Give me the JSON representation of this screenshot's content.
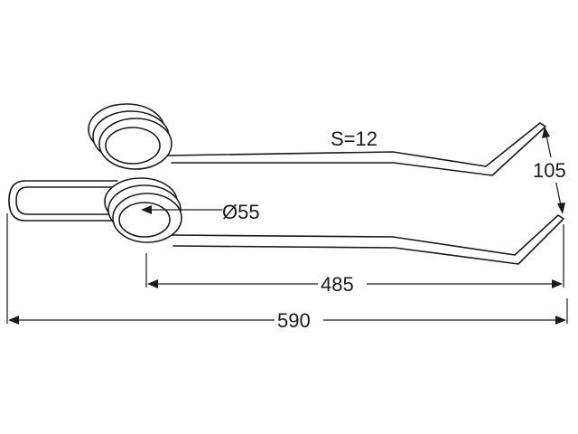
{
  "drawing": {
    "labels": {
      "wire_size": "S=12",
      "coil_diameter": "Ø55",
      "tine_spacing": "105",
      "tine_length": "485",
      "overall_length": "590"
    },
    "colors": {
      "line": "#1a1a1a",
      "background": "#ffffff"
    }
  }
}
